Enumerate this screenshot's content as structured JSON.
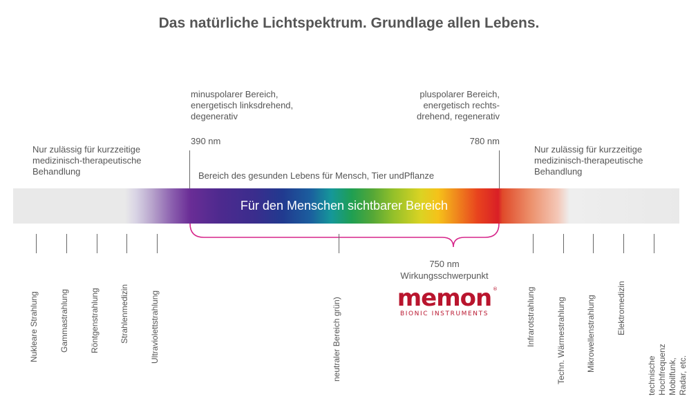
{
  "title": "Das natürliche Lichtspektrum. Grundlage allen Lebens.",
  "left_region": {
    "label": "minuspolarer Bereich,\nenergetisch linksdrehend,\ndegenerativ",
    "wavelength": "390 nm"
  },
  "right_region": {
    "label": "pluspolarer Bereich,\nenergetisch rechts-\ndrehend, regenerativ",
    "wavelength": "780 nm"
  },
  "left_note": "Nur zulässig für kurzzeitige\nmedizinisch-therapeutische\nBehandlung",
  "right_note": "Nur zulässig für kurzzeitige\nmedizinisch-therapeutische\nBehandlung",
  "healthy_range": "Bereich des gesunden Lebens für Mensch, Tier undPflanze",
  "visible_range": "Für den Menschen sichtbarer Bereich",
  "center_point": {
    "wavelength": "750 nm",
    "label": "Wirkungsschwerpunkt"
  },
  "logo": {
    "word": "memon",
    "registered": "®",
    "subtitle": "BIONIC INSTRUMENTS",
    "color": "#b9152e"
  },
  "accent_color": "#d6258a",
  "radiation_types": [
    "Nukleare Strahlung",
    "Gammastrahlung",
    "Röntgenstrahlung",
    "Strahlenmedizin",
    "Ultraviolettstrahlung",
    "neutraler Bereich grün)",
    "Infrarotstrahlung",
    "Techn. Wärmestrahlung",
    "Mikrowellenstrahlung",
    "Elektromedizin",
    "technische Hochfrequenz\nMobilfunk, Radar, etc."
  ]
}
